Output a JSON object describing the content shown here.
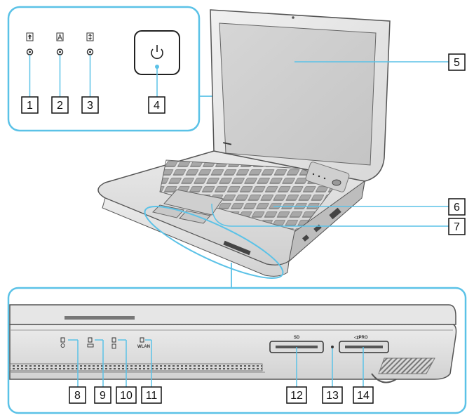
{
  "accent_color": "#5bc2e7",
  "callouts": [
    "1",
    "2",
    "3",
    "4",
    "5",
    "6",
    "7",
    "8",
    "9",
    "10",
    "11",
    "12",
    "13",
    "14"
  ],
  "slot_labels": {
    "sd": "SD",
    "pro": "PRO",
    "wlan": "WLAN"
  },
  "icons": [
    "caps-lock-icon",
    "num-lock-icon",
    "scroll-lock-icon",
    "power-icon",
    "power-indicator-icon",
    "battery-indicator-icon",
    "hdd-indicator-icon",
    "wlan-indicator-icon"
  ]
}
